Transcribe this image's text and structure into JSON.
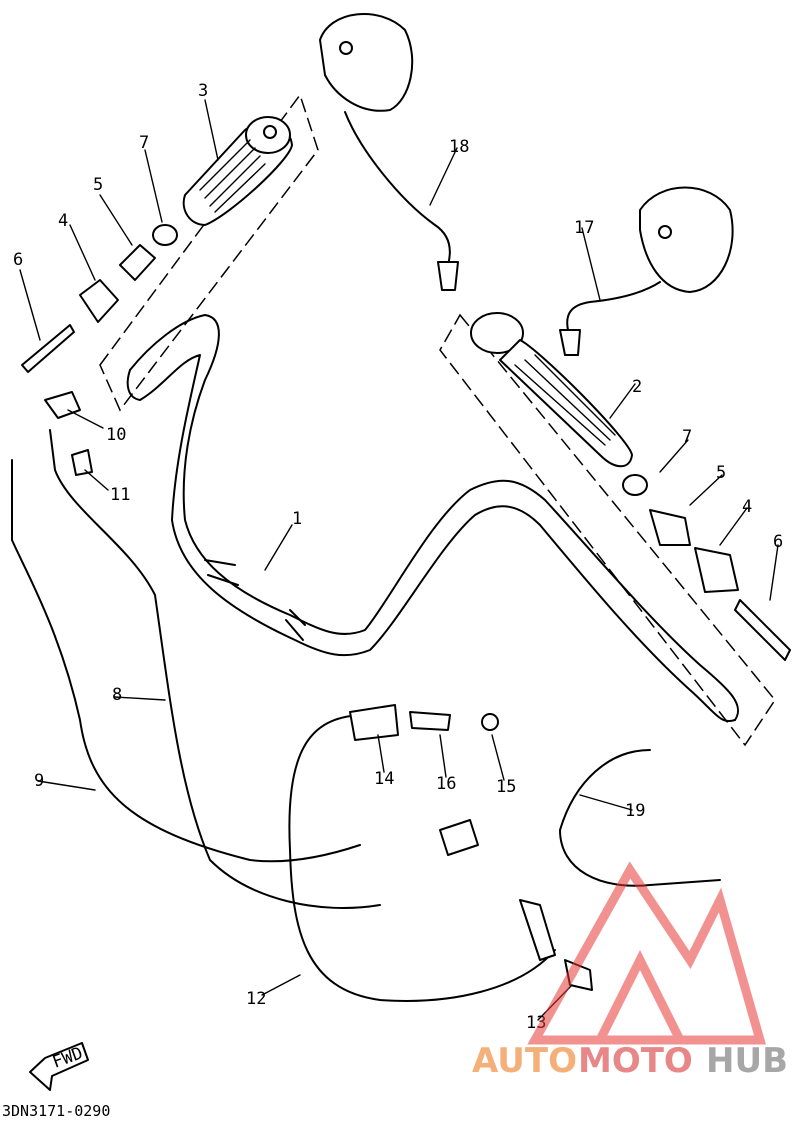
{
  "diagram": {
    "part_code": "3DN3171-0290",
    "fwd_label": "FWD",
    "callouts": [
      {
        "id": "c1",
        "label": "1"
      },
      {
        "id": "c2",
        "label": "2"
      },
      {
        "id": "c3",
        "label": "3"
      },
      {
        "id": "c4a",
        "label": "4"
      },
      {
        "id": "c4b",
        "label": "4"
      },
      {
        "id": "c5a",
        "label": "5"
      },
      {
        "id": "c5b",
        "label": "5"
      },
      {
        "id": "c6a",
        "label": "6"
      },
      {
        "id": "c6b",
        "label": "6"
      },
      {
        "id": "c7a",
        "label": "7"
      },
      {
        "id": "c7b",
        "label": "7"
      },
      {
        "id": "c8",
        "label": "8"
      },
      {
        "id": "c9",
        "label": "9"
      },
      {
        "id": "c10",
        "label": "10"
      },
      {
        "id": "c11",
        "label": "11"
      },
      {
        "id": "c12",
        "label": "12"
      },
      {
        "id": "c13",
        "label": "13"
      },
      {
        "id": "c14",
        "label": "14"
      },
      {
        "id": "c15",
        "label": "15"
      },
      {
        "id": "c16",
        "label": "16"
      },
      {
        "id": "c17",
        "label": "17"
      },
      {
        "id": "c18",
        "label": "18"
      },
      {
        "id": "c19",
        "label": "19"
      }
    ]
  },
  "watermark": {
    "part1": "AUTO",
    "part2": "MOTO",
    "part3": "HUB",
    "color_auto": "#f4a261",
    "color_moto": "#e57373",
    "color_hub": "#9e9e9e",
    "triangle_color": "#e53935"
  }
}
